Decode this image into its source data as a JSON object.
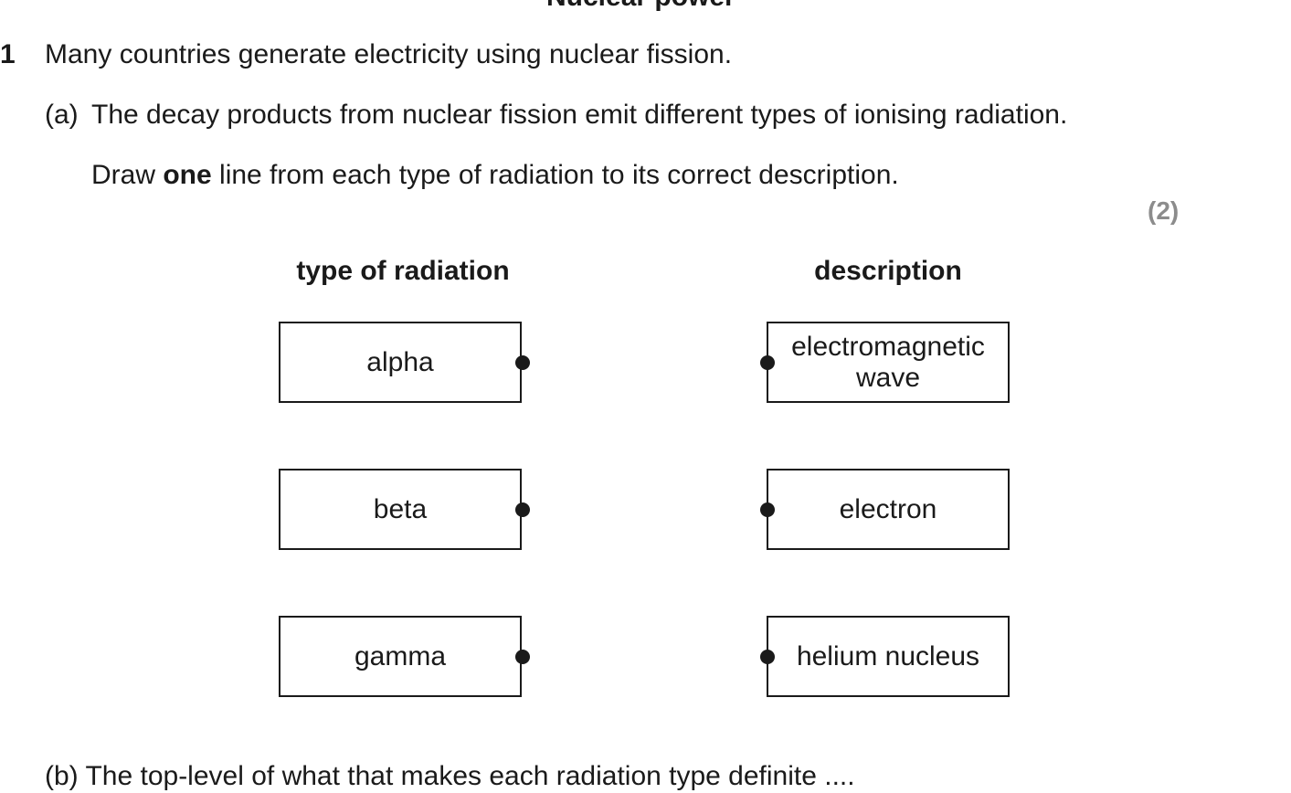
{
  "section_title": "Nuclear power",
  "question": {
    "number": "1",
    "stem": "Many countries generate electricity using nuclear fission.",
    "part_a": {
      "label": "(a)",
      "text": "The decay products from nuclear fission emit different types of ionising radiation.",
      "instruction_pre": "Draw ",
      "instruction_bold": "one",
      "instruction_post": " line from each type of radiation to its correct description.",
      "marks": "(2)"
    },
    "part_b_partial": "(b) The top-level of what that makes each radiation type definite  ...."
  },
  "matching": {
    "left_heading": "type of radiation",
    "right_heading": "description",
    "left_items": [
      "alpha",
      "beta",
      "gamma"
    ],
    "right_items": [
      [
        "electromagnetic",
        "wave"
      ],
      [
        "electron"
      ],
      [
        "helium nucleus"
      ]
    ]
  }
}
